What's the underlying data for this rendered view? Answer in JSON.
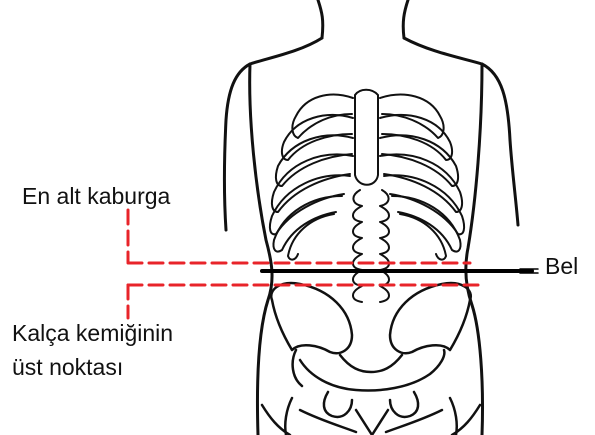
{
  "labels": {
    "lowest_rib": "En alt kaburga",
    "waist": "Bel",
    "hip_line1": "Kalça kemiğinin",
    "hip_line2": "üst noktası"
  },
  "colors": {
    "outline": "#111111",
    "guide_dashes": "#e8242a",
    "waist_line": "#000000",
    "background": "#ffffff"
  }
}
